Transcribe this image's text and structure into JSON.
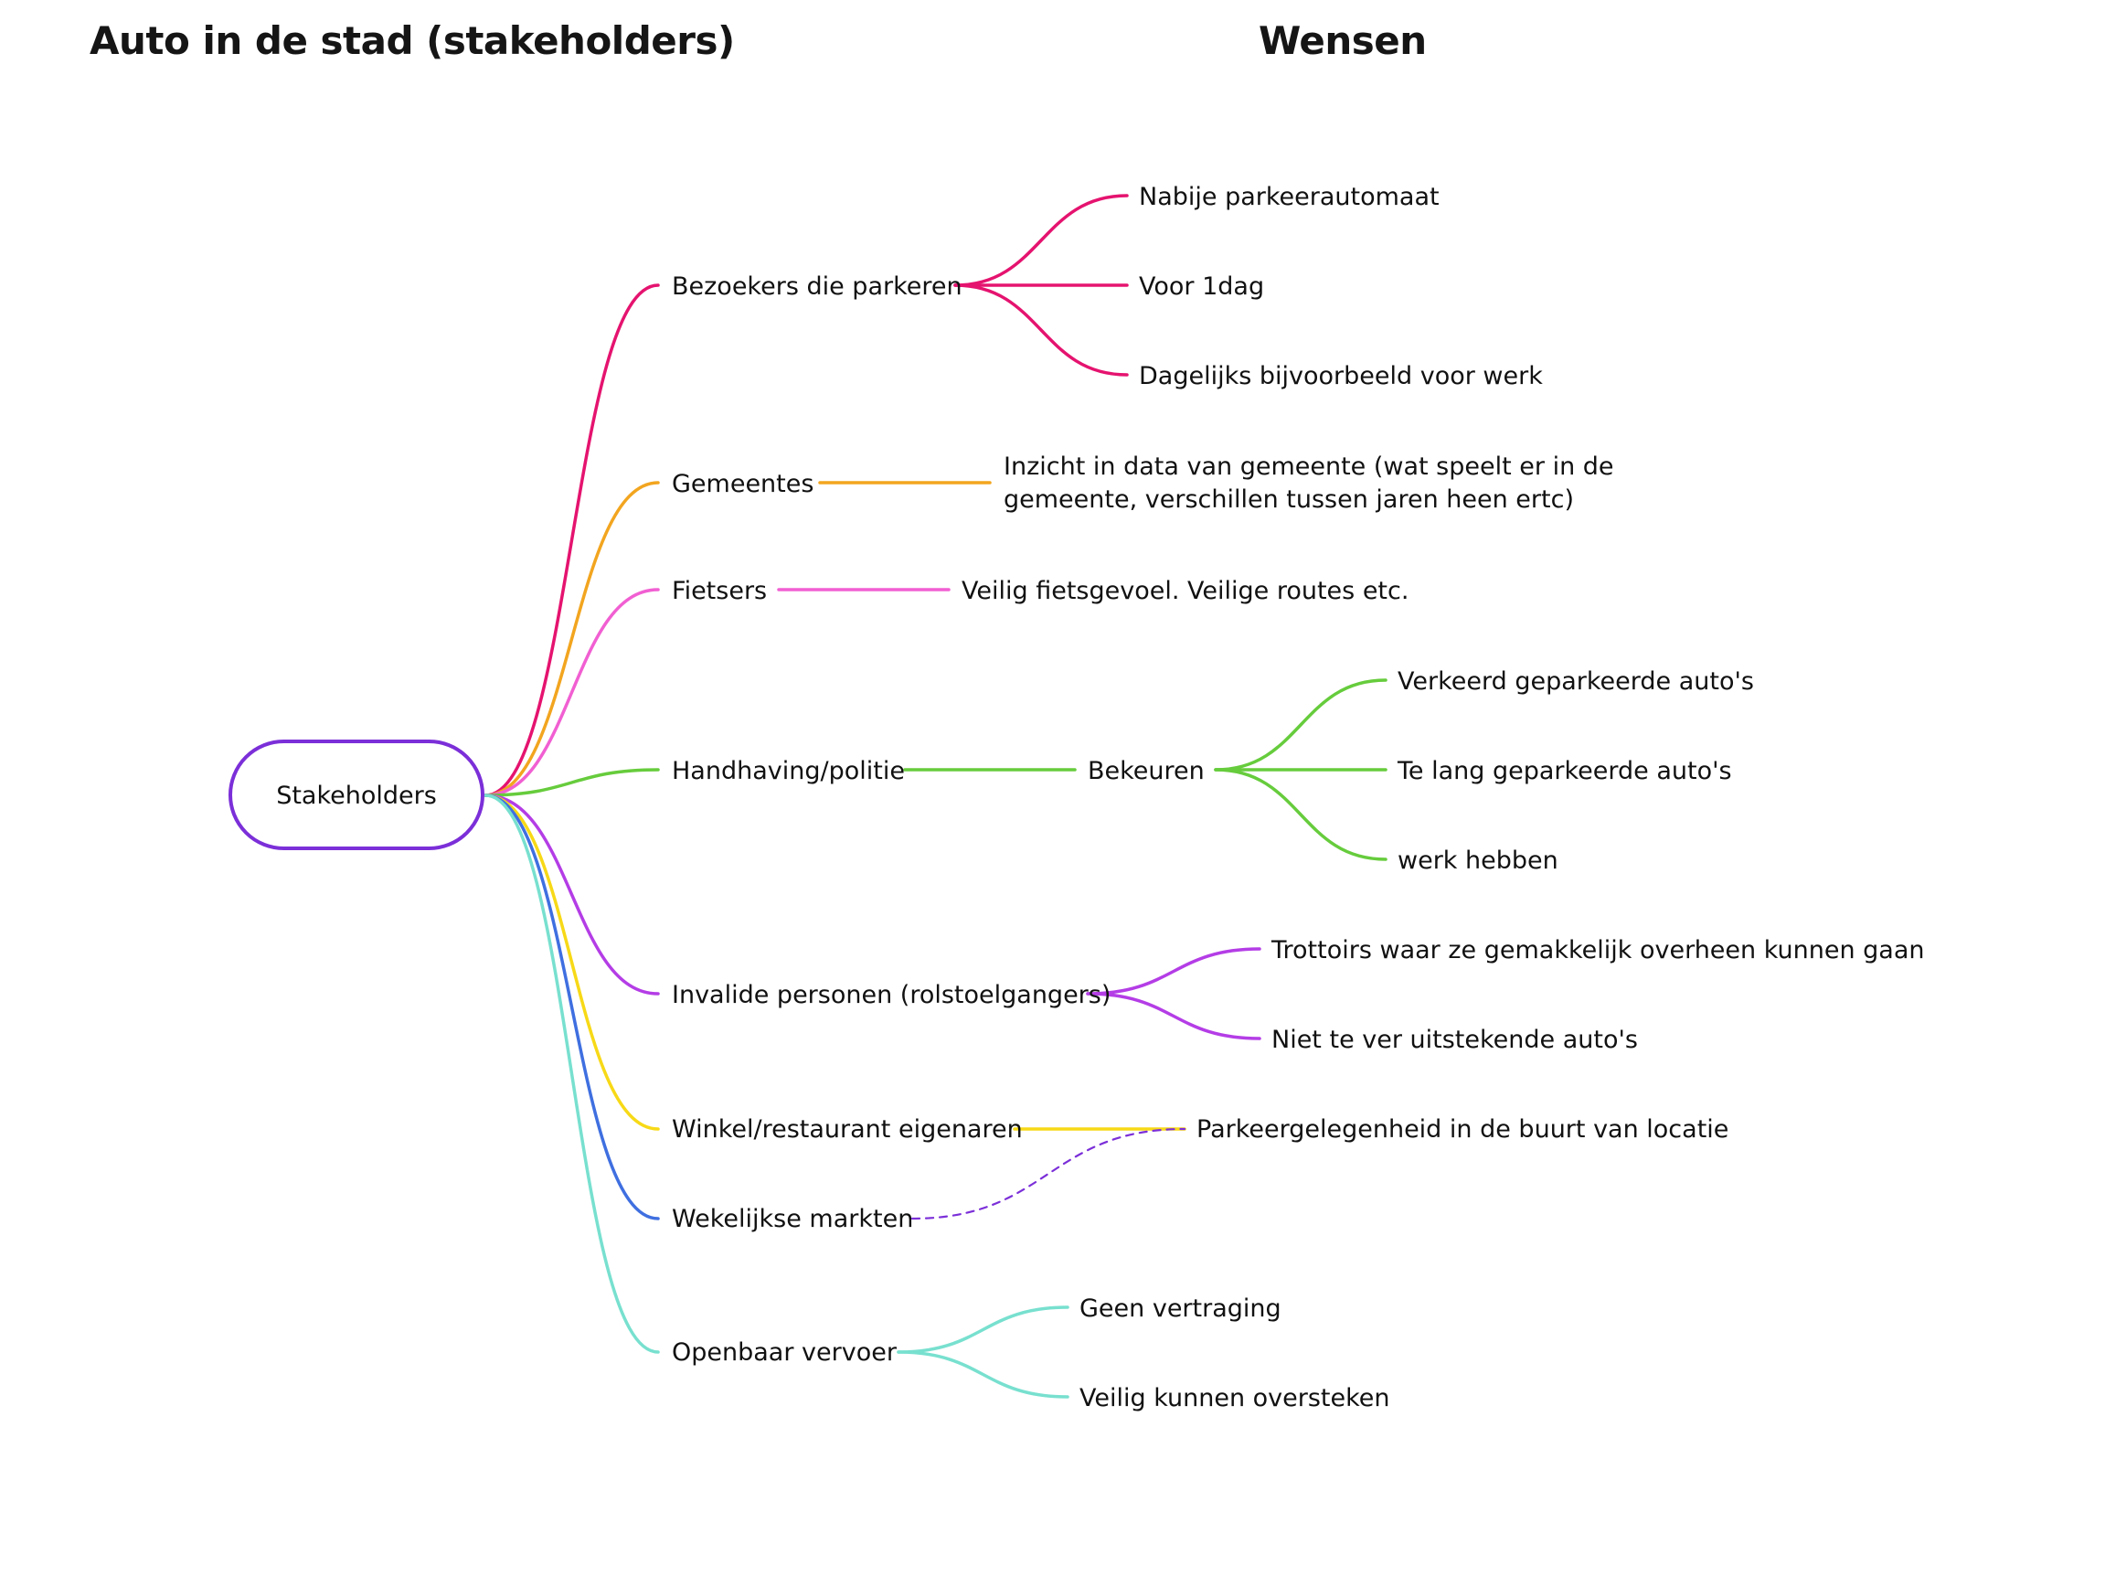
{
  "headings": {
    "left": "Auto in de stad (stakeholders)",
    "right": "Wensen"
  },
  "root": {
    "label": "Stakeholders",
    "color": "#7b2fd8"
  },
  "branches": [
    {
      "id": "bezoekers",
      "label": "Bezoekers die parkeren",
      "color": "#e5136f",
      "children": [
        "Nabije parkeerautomaat",
        "Voor 1dag",
        "Dagelijks bijvoorbeeld voor werk"
      ]
    },
    {
      "id": "gemeentes",
      "label": "Gemeentes",
      "color": "#f2a51f",
      "children": [
        [
          "Inzicht in data van gemeente (wat speelt er in de",
          "gemeente, verschillen tussen jaren heen ertc)"
        ]
      ]
    },
    {
      "id": "fietsers",
      "label": "Fietsers",
      "color": "#f15fd2",
      "children": [
        "Veilig fietsgevoel. Veilige routes etc."
      ]
    },
    {
      "id": "handhaving",
      "label": "Handhaving/politie",
      "color": "#66cc3c",
      "sub": "Bekeuren",
      "children": [
        "Verkeerd geparkeerde auto's",
        "Te lang geparkeerde auto's",
        "werk hebben"
      ]
    },
    {
      "id": "invalide",
      "label": "Invalide personen (rolstoelgangers)",
      "color": "#b43de6",
      "children": [
        "Trottoirs waar ze gemakkelijk overheen kunnen gaan",
        "Niet te ver uitstekende auto's"
      ]
    },
    {
      "id": "winkel",
      "label": "Winkel/restaurant eigenaren",
      "color": "#f7d917",
      "children": [
        "Parkeergelegenheid in de buurt van locatie"
      ]
    },
    {
      "id": "markten",
      "label": "Wekelijkse markten",
      "color": "#3f6fe0",
      "children": []
    },
    {
      "id": "ov",
      "label": "Openbaar vervoer",
      "color": "#78e0cf",
      "children": [
        "Geen vertraging",
        "Veilig kunnen oversteken"
      ]
    }
  ],
  "cross_link": {
    "from": "Wekelijkse markten",
    "to": "Parkeergelegenheid in de buurt van locatie",
    "style": "dashed",
    "color": "#7b2fd8"
  }
}
